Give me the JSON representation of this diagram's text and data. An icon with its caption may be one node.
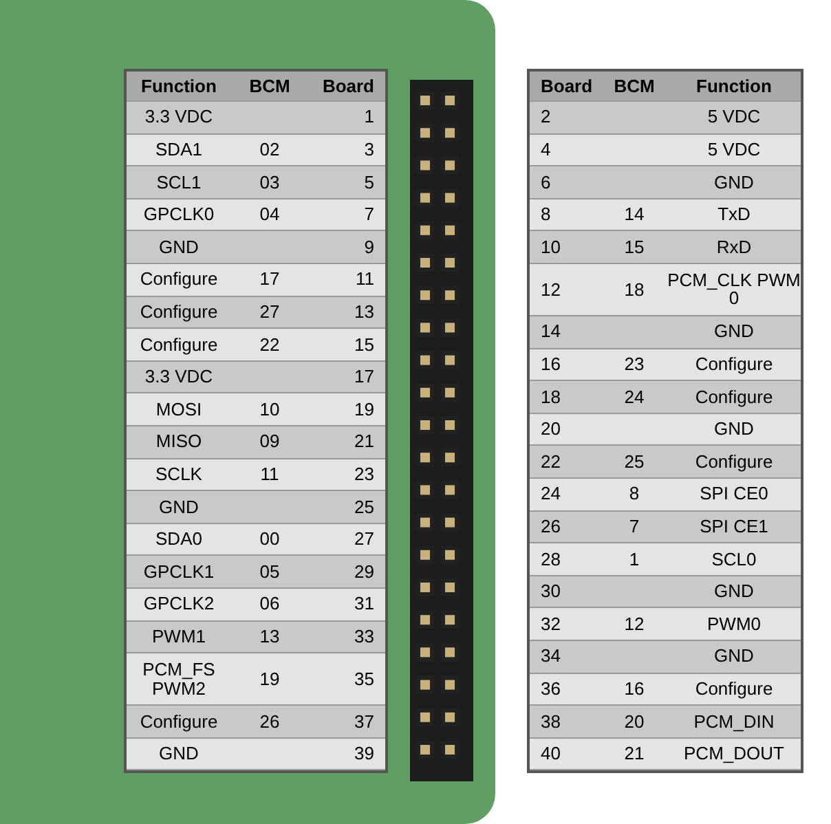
{
  "diagram": {
    "labels": [
      "Function",
      "BCM",
      "Board",
      "3.3 VDC",
      "1",
      "SDA1",
      "02",
      "3",
      "SCL1",
      "03",
      "5",
      "GPCLK0",
      "04",
      "7",
      "GND",
      "9",
      "Configure",
      "17",
      "11",
      "Configure",
      "27",
      "13",
      "Configure",
      "22",
      "15",
      "3.3 VDC",
      "17",
      "MOSI",
      "10",
      "19",
      "MISO",
      "09",
      "21",
      "SCLK",
      "11",
      "23",
      "GND",
      "25",
      "SDA0",
      "00",
      "27",
      "GPCLK1",
      "05",
      "29",
      "GPCLK2",
      "06",
      "31",
      "PWM1",
      "13",
      "33",
      "PCM_FS PWM2",
      "19",
      "35",
      "Configure",
      "26",
      "37",
      "GND",
      "39",
      "Board",
      "BCM",
      "Function",
      "2",
      "5 VDC",
      "4",
      "5 VDC",
      "6",
      "GND",
      "8",
      "14",
      "TxD",
      "10",
      "15",
      "RxD",
      "12",
      "18",
      "PCM_CLK PWM 0",
      "14",
      "GND",
      "16",
      "23",
      "Configure",
      "18",
      "24",
      "Configure",
      "20",
      "GND",
      "22",
      "25",
      "Configure",
      "24",
      "8",
      "SPI CE0",
      "26",
      "7",
      "SPI CE1",
      "28",
      "1",
      "SCL0",
      "30",
      "GND",
      "32",
      "12",
      "PWM0",
      "34",
      "GND",
      "36",
      "16",
      "Configure",
      "38",
      "20",
      "PCM_DIN",
      "40",
      "21",
      "PCM_DOUT"
    ]
  }
}
